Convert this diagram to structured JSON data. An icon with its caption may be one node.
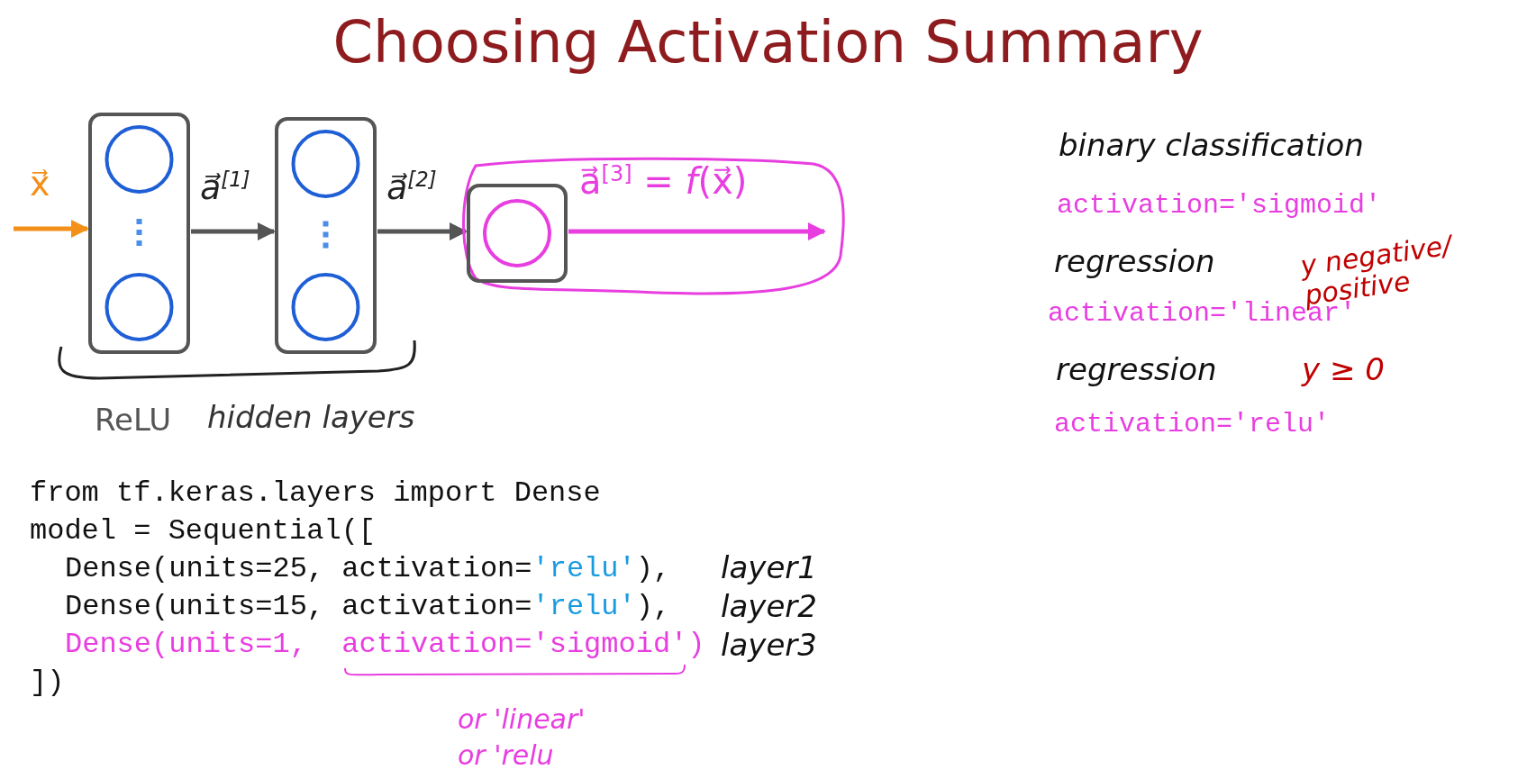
{
  "diagram": {
    "title": "Choosing Activation Summary",
    "nodes": [
      {
        "text": [],
        "shape": "box"
      },
      {
        "text": [],
        "shape": "box"
      },
      {
        "text": [
          "a⃗$^{[3]}$ = *f*(x⃗)"
        ]
      },
      {
        "text": [],
        "shape": "box",
        "in": 2
      }
    ],
    "edges": [
      {
        "from": null,
        "to": 0,
        "arrow": "to",
        "label": "x⃗",
        "color": "#f39019"
      },
      {
        "from": 0,
        "to": 1,
        "arrow": "to",
        "label": "a⃗$^{[1]}$"
      },
      {
        "from": 1,
        "to": 3,
        "arrow": "to",
        "label": "a⃗$^{[2]}$"
      },
      {
        "from": 3,
        "to": null,
        "arrow": "to",
        "color": "#e83ee0"
      }
    ],
    "labels": [
      "ReLU",
      "hidden layers",
      "from tf.keras.layers import Dense",
      "model = Sequential([",
      "Dense(units=25, activation=",
      "'relu'",
      "),",
      "layer1",
      "Dense(units=15, activation=",
      "'relu'",
      "),",
      "layer2",
      "Dense(units=1,  activation='sigmoid')",
      "layer3",
      "])",
      "or 'linear'",
      "or 'relu",
      "binary classification",
      "activation='sigmoid'",
      "regression",
      "y negative/ positive",
      "activation='linear'",
      "regression",
      "y ≥ 0",
      "activation='relu'"
    ]
  }
}
